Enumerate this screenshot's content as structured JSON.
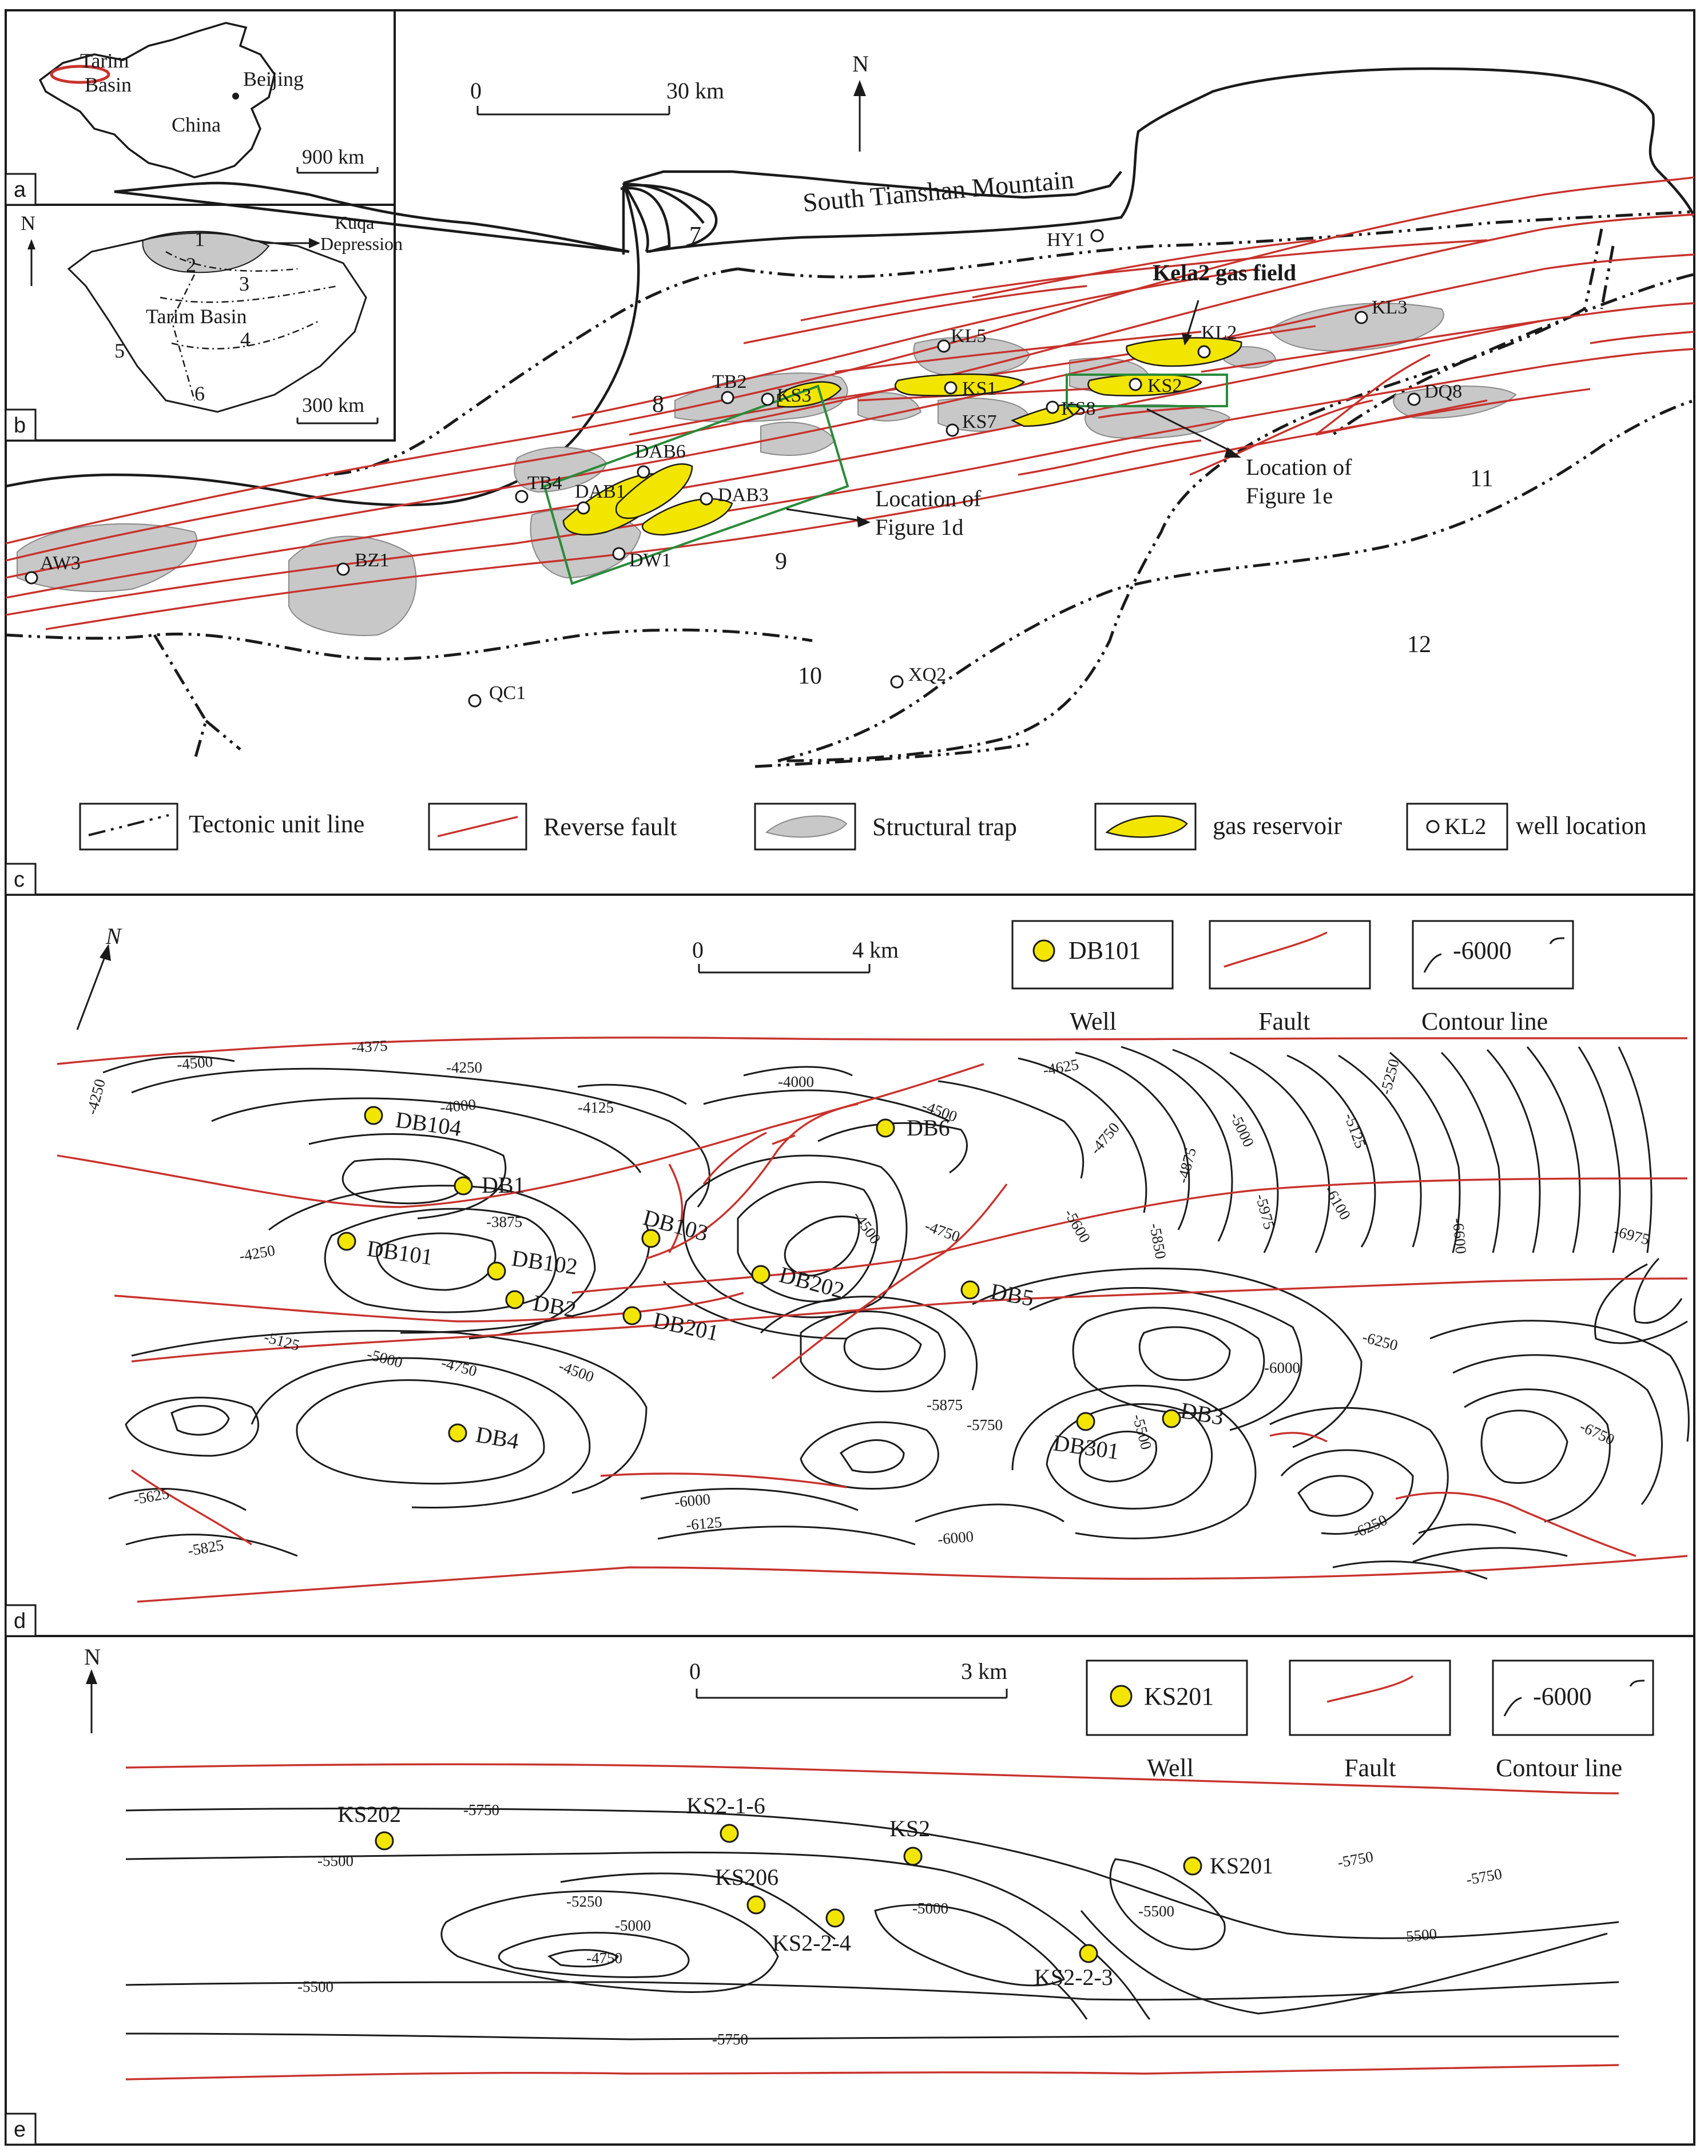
{
  "panel_labels": {
    "a": "a",
    "b": "b",
    "c": "c",
    "d": "d",
    "e": "e"
  },
  "inset_a": {
    "labels": [
      "Tarim",
      "Basin",
      "Beijing",
      "China"
    ],
    "scale": "900 km"
  },
  "inset_b": {
    "north": "N",
    "kuqa": [
      "Kuqa",
      "Depression"
    ],
    "basin": "Tarim  Basin",
    "zones": [
      "1",
      "2",
      "3",
      "4",
      "5",
      "6"
    ],
    "scale": "300 km"
  },
  "map_c": {
    "scale_zero": "0",
    "scale_end": "30 km",
    "north": "N",
    "mountain": "South Tianshan Mountain",
    "kela2": "Kela2 gas field",
    "loc_d": [
      "Location of",
      "Figure 1d"
    ],
    "loc_e": [
      "Location of",
      "Figure 1e"
    ],
    "zones": [
      "7",
      "8",
      "9",
      "10",
      "11",
      "12"
    ],
    "wells": [
      {
        "name": "HY1"
      },
      {
        "name": "KL3"
      },
      {
        "name": "KL2"
      },
      {
        "name": "KL5"
      },
      {
        "name": "KS1"
      },
      {
        "name": "KS2"
      },
      {
        "name": "KS7"
      },
      {
        "name": "KS8"
      },
      {
        "name": "DQ8"
      },
      {
        "name": "TB2"
      },
      {
        "name": "KS3"
      },
      {
        "name": "DAB6"
      },
      {
        "name": "TB4"
      },
      {
        "name": "DAB1"
      },
      {
        "name": "DAB3"
      },
      {
        "name": "DW1"
      },
      {
        "name": "AW3"
      },
      {
        "name": "BZ1"
      },
      {
        "name": "QC1"
      },
      {
        "name": "XQ2"
      }
    ],
    "legend": [
      "Tectonic unit line",
      "Reverse fault",
      "Structural trap",
      "gas reservoir",
      "well location"
    ],
    "legend_well_code": "KL2"
  },
  "map_d": {
    "north": "N",
    "scale_zero": "0",
    "scale_end": "4 km",
    "legend_well": "DB101",
    "legend_contour": "-6000",
    "legend_captions": [
      "Well",
      "Fault",
      "Contour line"
    ],
    "wells": [
      "DB104",
      "DB1",
      "DB6",
      "DB103",
      "DB101",
      "DB102",
      "DB2",
      "DB201",
      "DB202",
      "DB5",
      "DB4",
      "DB301",
      "DB3"
    ],
    "contour_labels": [
      "-4500",
      "-4375",
      "-4250",
      "-4000",
      "-4125",
      "-4250",
      "-4000",
      "-4500",
      "-4625",
      "-4750",
      "-4875",
      "-5000",
      "-5125",
      "-5250",
      "-3875",
      "-4250",
      "-4500",
      "-4750",
      "-5600",
      "-5850",
      "-5975",
      "-6100",
      "-6600",
      "-6975",
      "-5125",
      "-5000",
      "-4750",
      "-4500",
      "-6250",
      "-6000",
      "-5875",
      "-5750",
      "-5500",
      "-6750",
      "-5625",
      "-5825",
      "-6000",
      "-6125",
      "-6000",
      "-6250"
    ]
  },
  "map_e": {
    "north": "N",
    "scale_zero": "0",
    "scale_end": "3 km",
    "legend_well": "KS201",
    "legend_contour": "-6000",
    "legend_captions": [
      "Well",
      "Fault",
      "Contour line"
    ],
    "wells": [
      "KS202",
      "KS2-1-6",
      "KS2",
      "KS201",
      "KS206",
      "KS2-2-4",
      "KS2-2-3"
    ],
    "contour_labels": [
      "-5750",
      "-5500",
      "-5250",
      "-5000",
      "-4750",
      "-5000",
      "-5500",
      "-5750",
      "-5750",
      "-5500",
      "-5500",
      "-5750"
    ]
  }
}
